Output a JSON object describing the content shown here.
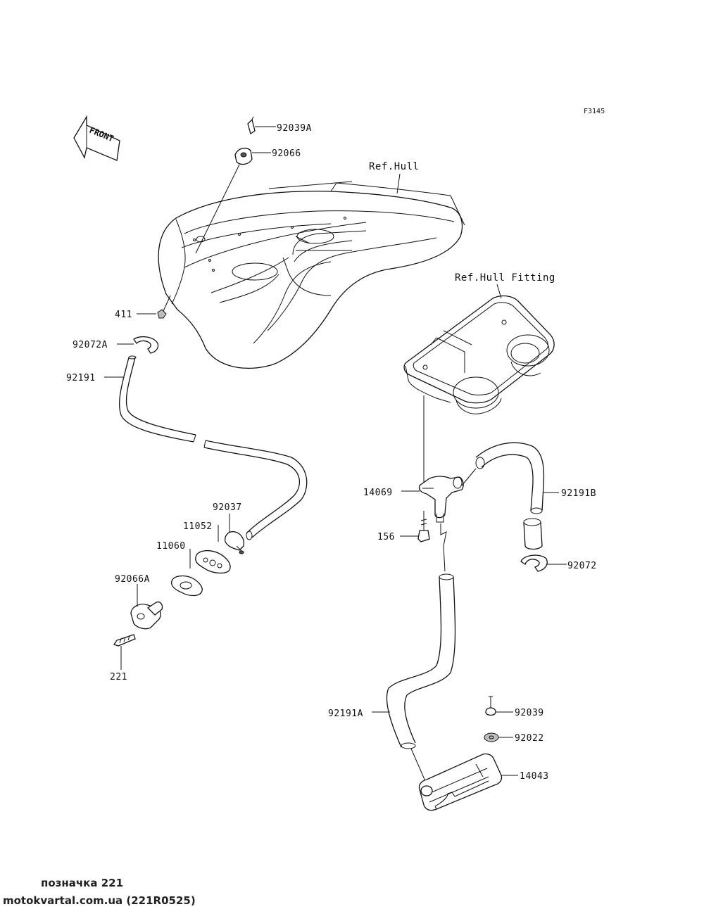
{
  "diagram": {
    "figure_code": "F3145",
    "front_label": "FRONT",
    "references": {
      "hull": "Ref.Hull",
      "hull_fitting": "Ref.Hull Fitting"
    },
    "part_labels": {
      "p92039A": "92039A",
      "p92066": "92066",
      "p411": "411",
      "p92072A": "92072A",
      "p92191": "92191",
      "p92037": "92037",
      "p11052": "11052",
      "p11060": "11060",
      "p92066A": "92066A",
      "p221": "221",
      "p14069": "14069",
      "p156": "156",
      "p92191B": "92191B",
      "p92072": "92072",
      "p92191A": "92191A",
      "p92039": "92039",
      "p92022": "92022",
      "p14043": "14043"
    }
  },
  "footer": {
    "caption": "позначка 221",
    "source": "motokvartal.com.ua (221R0525)"
  }
}
